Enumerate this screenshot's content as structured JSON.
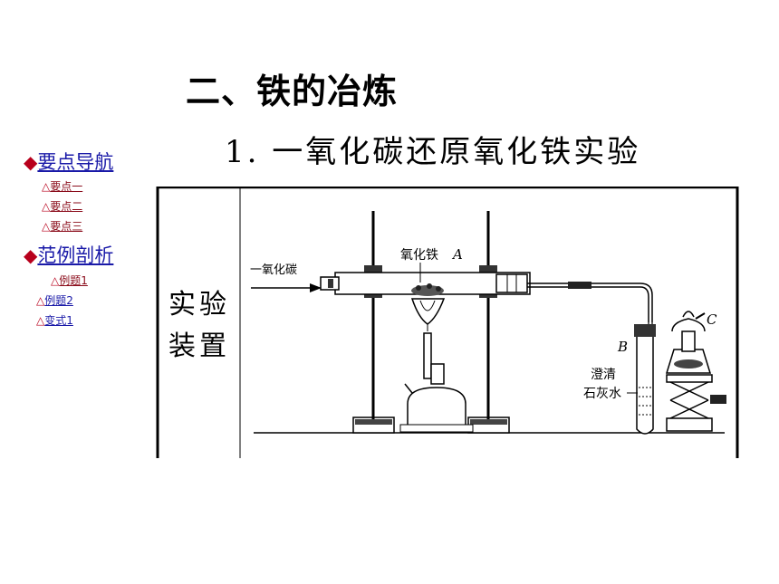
{
  "title": "二、铁的冶炼",
  "subtitle": "1. 一氧化碳还原氧化铁实验",
  "nav": {
    "section1": {
      "symbol": "◆",
      "label": "要点导航"
    },
    "items1": [
      {
        "symbol": "△",
        "label": "要点一"
      },
      {
        "symbol": "△",
        "label": "要点二"
      },
      {
        "symbol": "△",
        "label": "要点三"
      }
    ],
    "section2": {
      "symbol": "◆",
      "label": "范例剖析"
    },
    "items2": [
      {
        "symbol": "△",
        "label": "例题1"
      },
      {
        "symbol": "△",
        "label": "例题2"
      },
      {
        "symbol": "△",
        "label": "变式1"
      }
    ]
  },
  "figure": {
    "side_label_line1": "实验",
    "side_label_line2": "装置",
    "gas_label": "一氧化碳",
    "oxide_label": "氧化铁",
    "oxide_letter": "A",
    "tube_letter": "B",
    "burner_letter": "C",
    "limewater_line1": "澄清",
    "limewater_line2": "石灰水"
  }
}
